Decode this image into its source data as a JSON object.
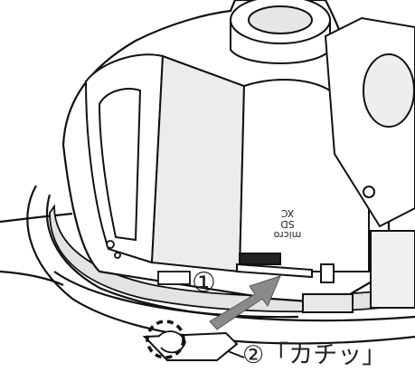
{
  "steps": {
    "step1_marker": "①",
    "step2_marker": "②",
    "step2_sound": "「カチッ」"
  },
  "card_slot_logo": {
    "line1": "micro",
    "line2": "SD",
    "line3": "XC"
  },
  "colors": {
    "line": "#111111",
    "shade": "#d9d9d9",
    "arrow": "#8a8a8a",
    "background": "#ffffff"
  },
  "icons": {
    "insert_arrow": "arrow-up-right",
    "finger_marker": "dashed-circle"
  }
}
